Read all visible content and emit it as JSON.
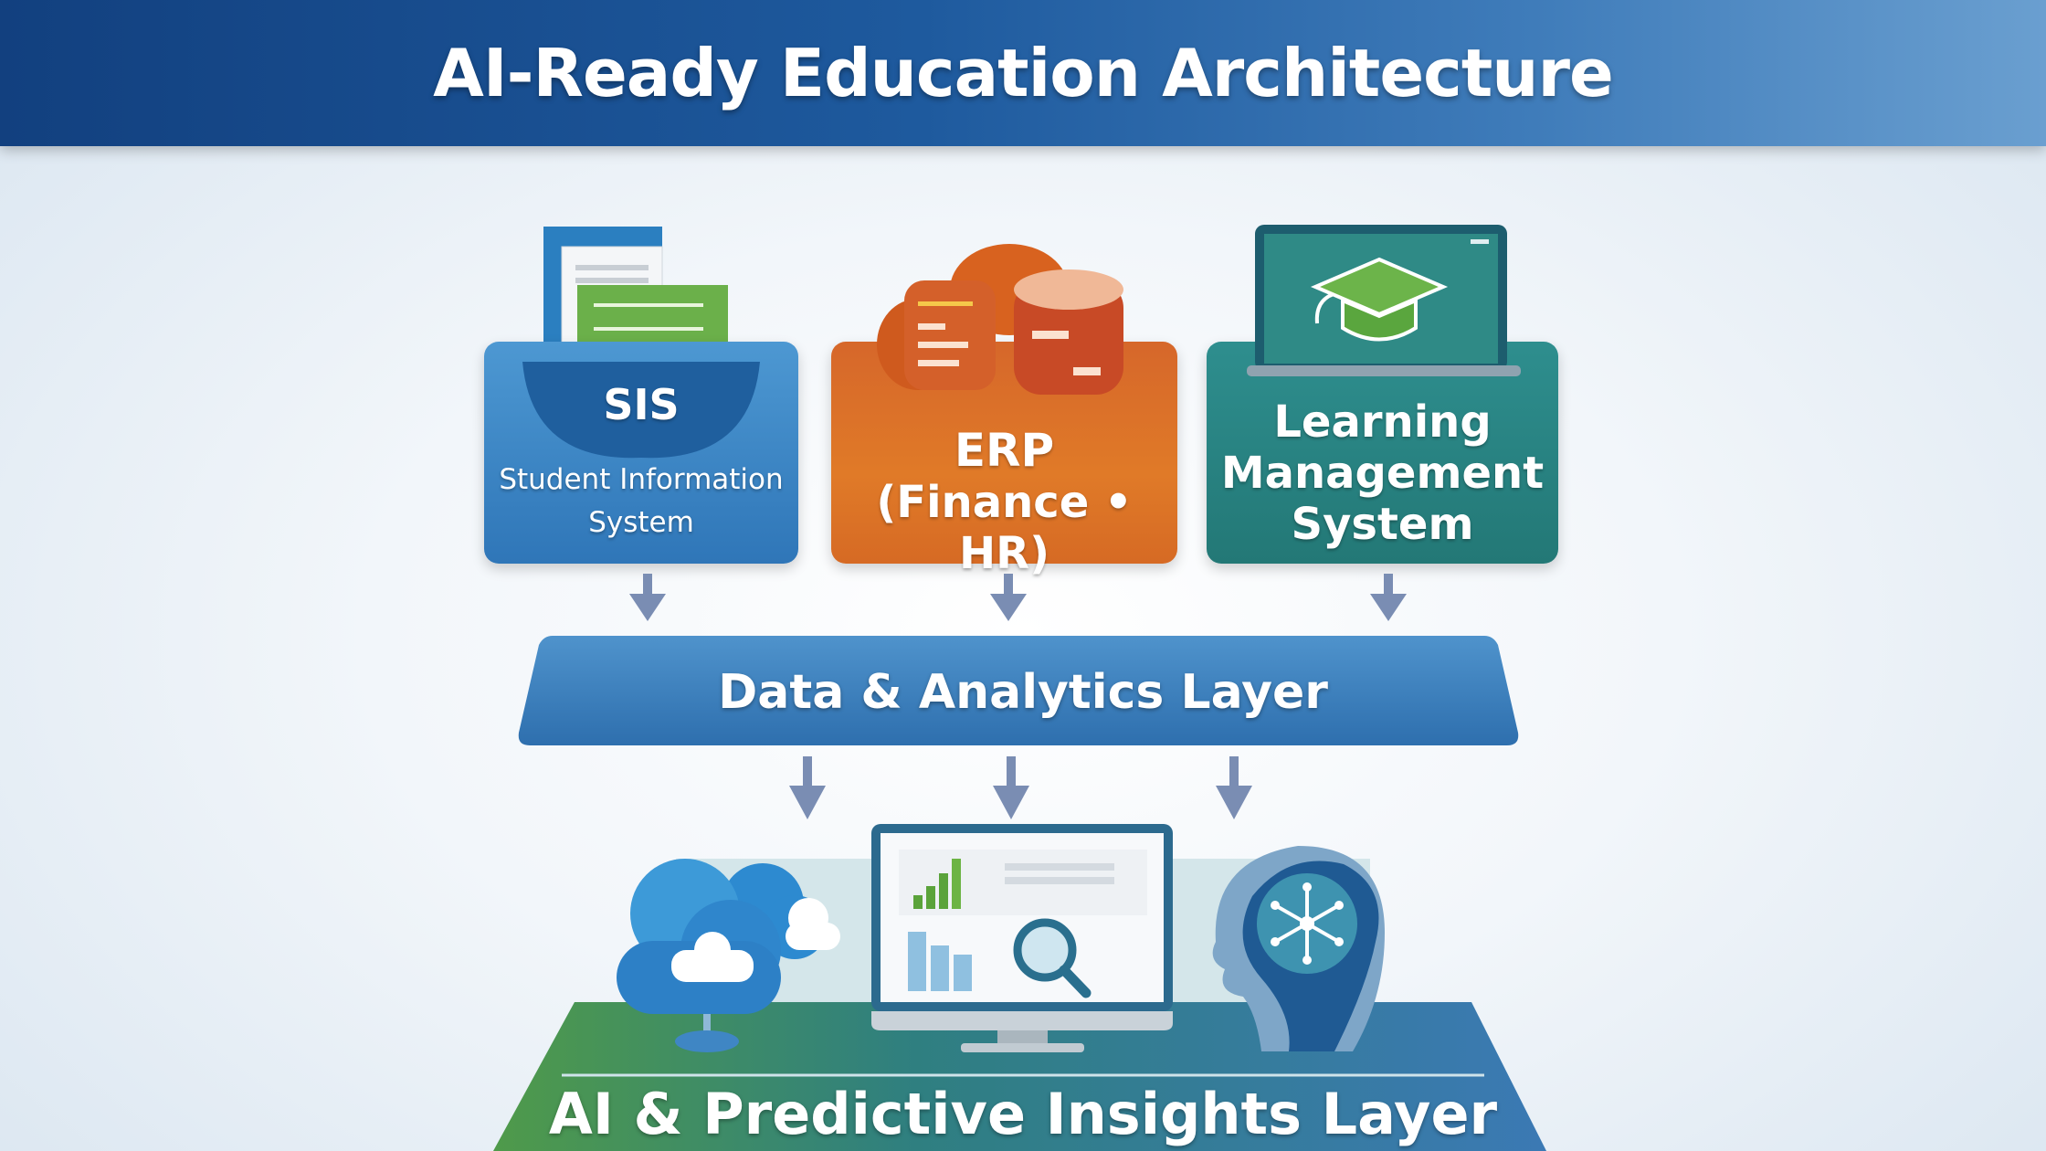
{
  "title": "AI-Ready Education Architecture",
  "sources": [
    {
      "abbr": "SIS",
      "name_line1": "Student Information",
      "name_line2": "System",
      "icon": "documents-folder-icon",
      "color": "#3a84c4"
    },
    {
      "abbr": "ERP",
      "name_line1": "(Finance • HR)",
      "icon": "database-icon",
      "color": "#dc6f28"
    },
    {
      "name_line1": "Learning",
      "name_line2": "Management",
      "name_line3": "System",
      "icon": "graduation-cap-laptop-icon",
      "color": "#2a8482"
    }
  ],
  "data_layer": {
    "label": "Data & Analytics Layer",
    "color": "#3d7fbd"
  },
  "insights_layer": {
    "label": "AI & Predictive Insights Layer",
    "icons": [
      "cloud-icon",
      "analytics-monitor-icon",
      "ai-brain-head-icon"
    ],
    "color": "#2f7f86"
  }
}
